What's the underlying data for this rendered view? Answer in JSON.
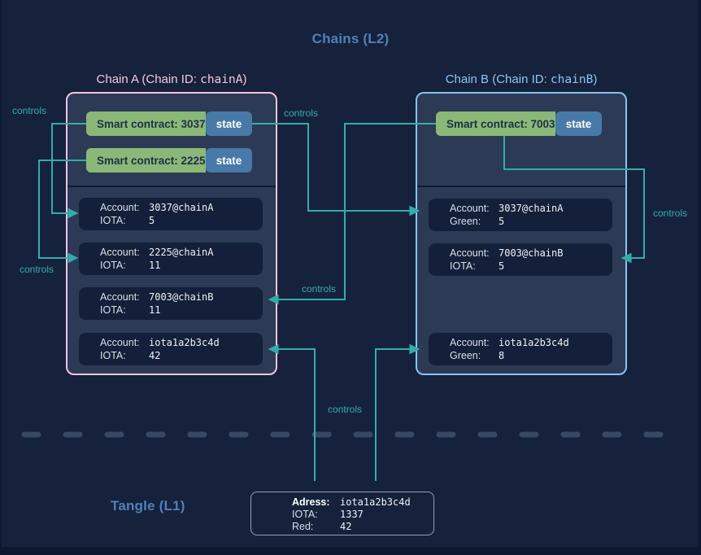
{
  "titles": {
    "chains": "Chains (L2)",
    "tangle": "Tangle (L1)"
  },
  "labels": {
    "controls": "controls"
  },
  "chain_a": {
    "title": {
      "prefix": "Chain A (Chain ID: ",
      "code": "chainA",
      "suffix": ")"
    },
    "contracts": [
      {
        "label": "Smart contract: 3037",
        "state": "state"
      },
      {
        "label": "Smart contract: 2225",
        "state": "state"
      }
    ],
    "accounts": [
      {
        "label": "Account:",
        "address": "3037@chainA",
        "token": "IOTA:",
        "amount": "5"
      },
      {
        "label": "Account:",
        "address": "2225@chainA",
        "token": "IOTA:",
        "amount": "11"
      },
      {
        "label": "Account:",
        "address": "7003@chainB",
        "token": "IOTA:",
        "amount": "11"
      },
      {
        "label": "Account:",
        "address": "iota1a2b3c4d",
        "token": "IOTA:",
        "amount": "42"
      }
    ]
  },
  "chain_b": {
    "title": {
      "prefix": "Chain B (Chain ID: ",
      "code": "chainB",
      "suffix": ")"
    },
    "contracts": [
      {
        "label": "Smart contract: 7003",
        "state": "state"
      }
    ],
    "accounts": [
      {
        "label": "Account:",
        "address": "3037@chainA",
        "token": "Green:",
        "amount": "5"
      },
      {
        "label": "Account:",
        "address": "7003@chainB",
        "token": "IOTA:",
        "amount": "5"
      },
      {
        "label": "Account:",
        "address": "iota1a2b3c4d",
        "token": "Green:",
        "amount": "8"
      }
    ]
  },
  "l1_box": {
    "rows": [
      {
        "label": "Adress:",
        "value": "iota1a2b3c4d"
      },
      {
        "label": "IOTA:",
        "value": "1337"
      },
      {
        "label": "Red:",
        "value": "42"
      }
    ]
  },
  "colors": {
    "bg": "#16213c",
    "bg_edge": "#0d1830",
    "chain_bg": "#2c3a55",
    "account_bg": "#142039",
    "teal": "#31aeaa",
    "pink": "#f4c5da",
    "light_blue": "#85c4f0",
    "green": "#8ab877",
    "state_blue": "#4779a9",
    "header_blue": "#4e81b7",
    "pink_text": "#f6c8dc",
    "blue_text": "#8cc6f2",
    "dash": "#394963",
    "text_light": "#d9dfeb",
    "dark_text": "#203049",
    "l1_border": "#93a1b8"
  }
}
